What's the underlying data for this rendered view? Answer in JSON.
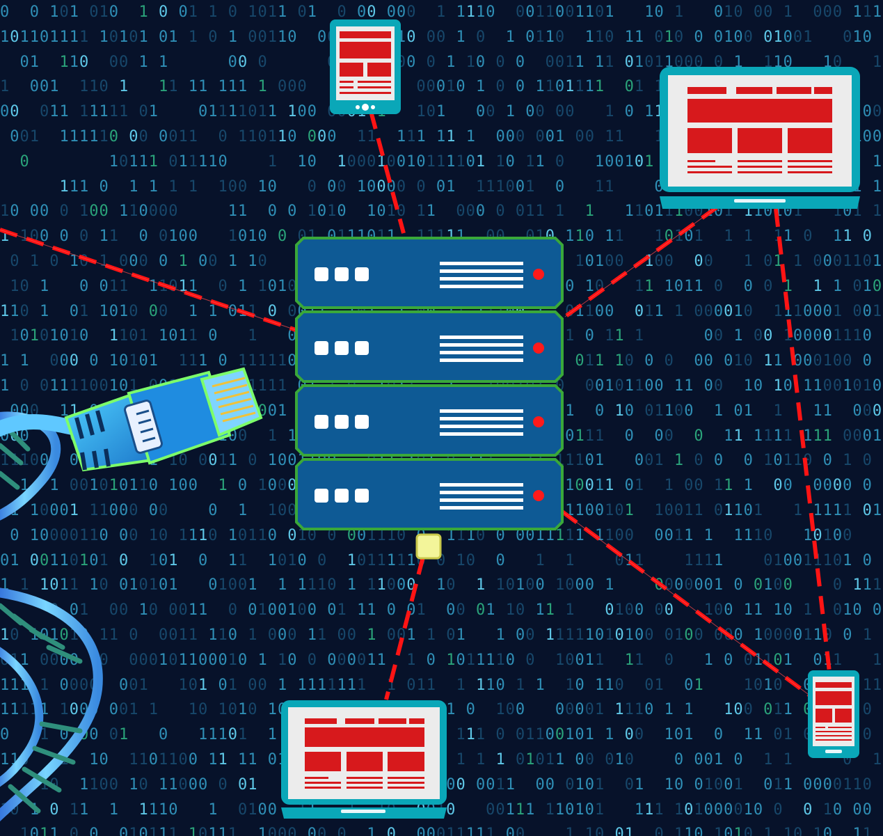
{
  "scene": {
    "description_name": "network-server-illustration",
    "background_color": "#07122a",
    "binary_color": "#2f8fb6",
    "link_color": "#ff1010",
    "server_color": "#0e5a95",
    "server_border_color": "#3aa83a",
    "device_frame_color": "#0aa7b8",
    "device_content_color": "#d7191c"
  },
  "server": {
    "units": [
      {
        "icon": "server-unit",
        "status_led": "red"
      },
      {
        "icon": "server-unit",
        "status_led": "red"
      },
      {
        "icon": "server-unit",
        "status_led": "red"
      },
      {
        "icon": "server-unit",
        "status_led": "red"
      }
    ],
    "connector_color": "#f3f59a"
  },
  "devices": [
    {
      "type": "tablet",
      "position_label": "top"
    },
    {
      "type": "laptop",
      "position_label": "top-right"
    },
    {
      "type": "laptop",
      "position_label": "bottom"
    },
    {
      "type": "phone",
      "position_label": "bottom-right"
    }
  ],
  "decorations": [
    {
      "icon": "ethernet-cable-icon"
    },
    {
      "icon": "dna-helix-icon"
    }
  ]
}
